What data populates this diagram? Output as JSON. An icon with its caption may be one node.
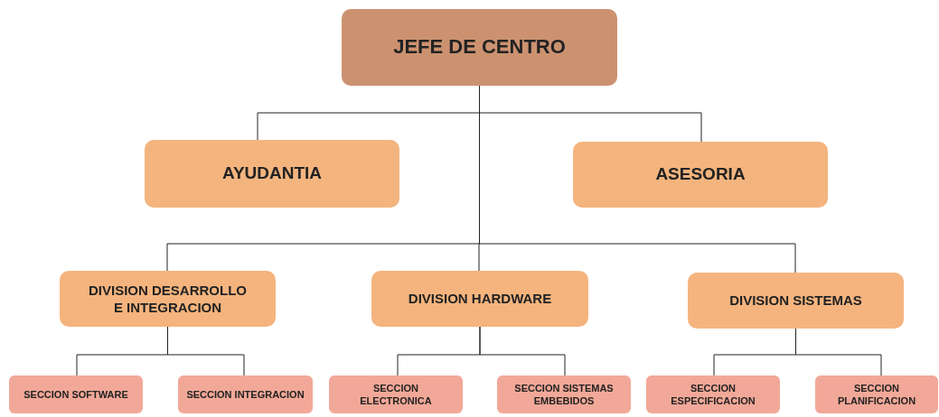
{
  "diagram": {
    "nodes": [
      {
        "text": [
          "JEFE DE CENTRO"
        ]
      },
      {
        "text": [
          "AYUDANTIA"
        ]
      },
      {
        "text": [
          "ASESORIA"
        ]
      },
      {
        "text": [
          "DIVISION DESARROLLO E INTEGRACION"
        ]
      },
      {
        "text": [
          "DIVISION HARDWARE"
        ]
      },
      {
        "text": [
          "DIVISION SISTEMAS"
        ]
      },
      {
        "text": [
          "SECCION SOFTWARE"
        ]
      },
      {
        "text": [
          "SECCION INTEGRACION"
        ]
      },
      {
        "text": [
          "SECCION ELECTRONICA"
        ]
      },
      {
        "text": [
          "SECCION SISTEMAS EMBEBIDOS"
        ]
      },
      {
        "text": [
          "SECCION ESPECIFICACION"
        ]
      },
      {
        "text": [
          "SECCION PLANIFICACION"
        ]
      }
    ],
    "edges": [
      {
        "from": 0,
        "to": 1,
        "arrow": "none"
      },
      {
        "from": 0,
        "to": 2,
        "arrow": "none"
      },
      {
        "from": 0,
        "to": 3,
        "arrow": "none"
      },
      {
        "from": 0,
        "to": 4,
        "arrow": "none"
      },
      {
        "from": 0,
        "to": 5,
        "arrow": "none"
      },
      {
        "from": 3,
        "to": 6,
        "arrow": "none"
      },
      {
        "from": 3,
        "to": 7,
        "arrow": "none"
      },
      {
        "from": 4,
        "to": 8,
        "arrow": "none"
      },
      {
        "from": 4,
        "to": 9,
        "arrow": "none"
      },
      {
        "from": 5,
        "to": 10,
        "arrow": "none"
      },
      {
        "from": 5,
        "to": 11,
        "arrow": "none"
      }
    ]
  }
}
